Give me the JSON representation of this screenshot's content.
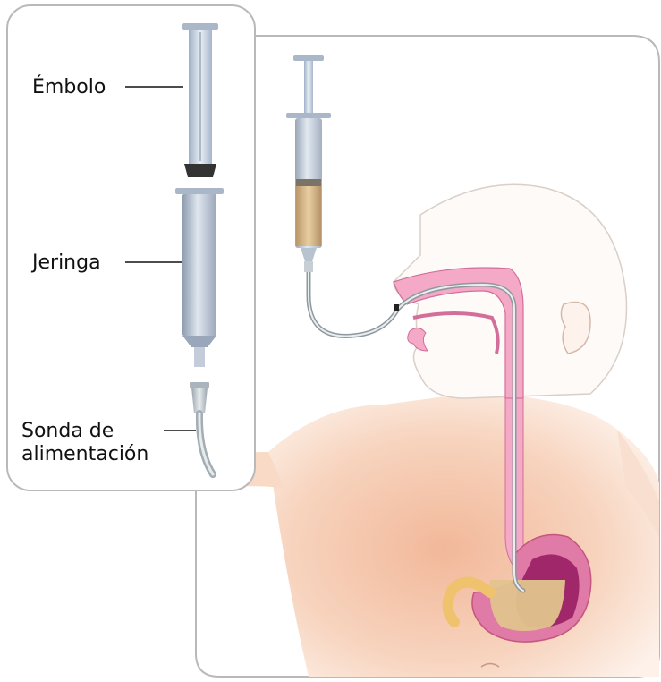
{
  "labels": {
    "plunger": "Émbolo",
    "syringe": "Jeringa",
    "tube_line1": "Sonda de",
    "tube_line2": "alimentación"
  },
  "colors": {
    "panel_border": "#b9b9b9",
    "skin": "#f6cfb5",
    "mucosa_pink": "#f4a9c6",
    "stomach_wall": "#e07aa7",
    "stomach_inner": "#a0286a",
    "formula": "#d8b57a",
    "syringe_barrel": "#b9c6d8",
    "plunger_tip": "#333333",
    "tube": "#bfc7cc",
    "intestine": "#f0c06a"
  }
}
